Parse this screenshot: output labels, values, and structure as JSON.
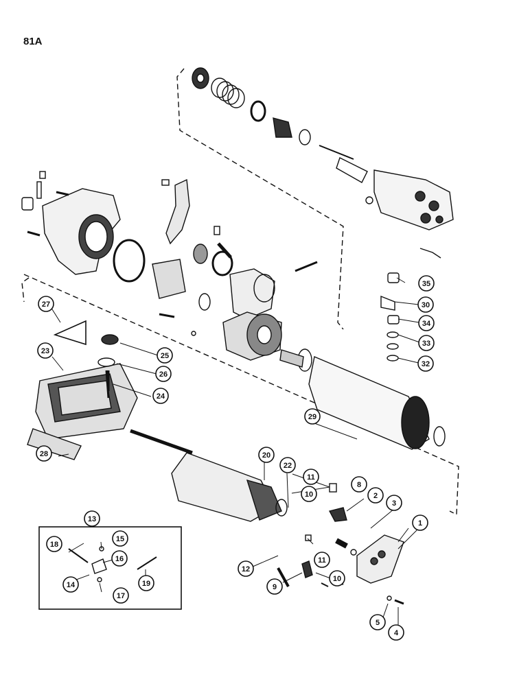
{
  "page": {
    "number": "81A"
  },
  "callouts": [
    "1",
    "2",
    "3",
    "4",
    "5",
    "8",
    "9",
    "10",
    "10b",
    "11",
    "11b",
    "12",
    "13",
    "14",
    "15",
    "16",
    "17",
    "18",
    "19",
    "20",
    "22",
    "23",
    "24",
    "25",
    "26",
    "27",
    "28",
    "29",
    "30",
    "32",
    "33",
    "34",
    "35"
  ],
  "labels": {
    "1": "1",
    "2": "2",
    "3": "3",
    "4": "4",
    "5": "5",
    "8": "8",
    "9": "9",
    "10": "10",
    "10b": "10",
    "11": "11",
    "11b": "11",
    "12": "12",
    "13": "13",
    "14": "14",
    "15": "15",
    "16": "16",
    "17": "17",
    "18": "18",
    "19": "19",
    "20": "20",
    "22": "22",
    "23": "23",
    "24": "24",
    "25": "25",
    "26": "26",
    "27": "27",
    "28": "28",
    "29": "29",
    "30": "30",
    "32": "32",
    "33": "33",
    "34": "34",
    "35": "35"
  }
}
